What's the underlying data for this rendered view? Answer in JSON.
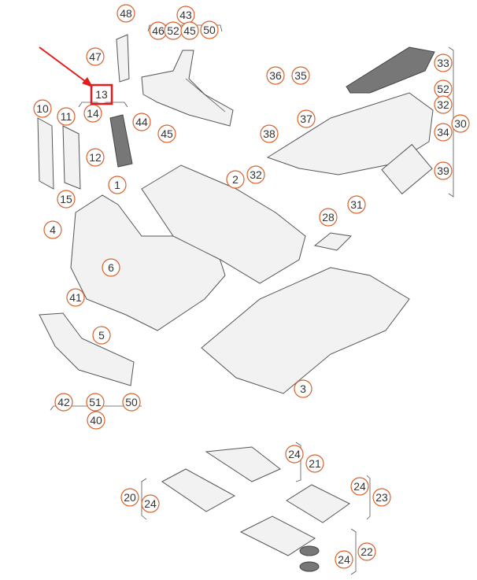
{
  "diagram": {
    "callouts": [
      "48",
      "43",
      "46",
      "52",
      "45",
      "50",
      "47",
      "13",
      "10",
      "11",
      "14",
      "44",
      "45",
      "12",
      "15",
      "4",
      "1",
      "2",
      "6",
      "41",
      "5",
      "3",
      "42",
      "51",
      "50",
      "40",
      "36",
      "35",
      "37",
      "38",
      "32",
      "31",
      "33",
      "52",
      "32",
      "30",
      "34",
      "39",
      "28",
      "24",
      "21",
      "20",
      "24",
      "24",
      "23",
      "22",
      "24"
    ],
    "highlighted": "13",
    "colors": {
      "callout_stroke": "#d9622b",
      "highlight": "#e21b1b"
    }
  }
}
